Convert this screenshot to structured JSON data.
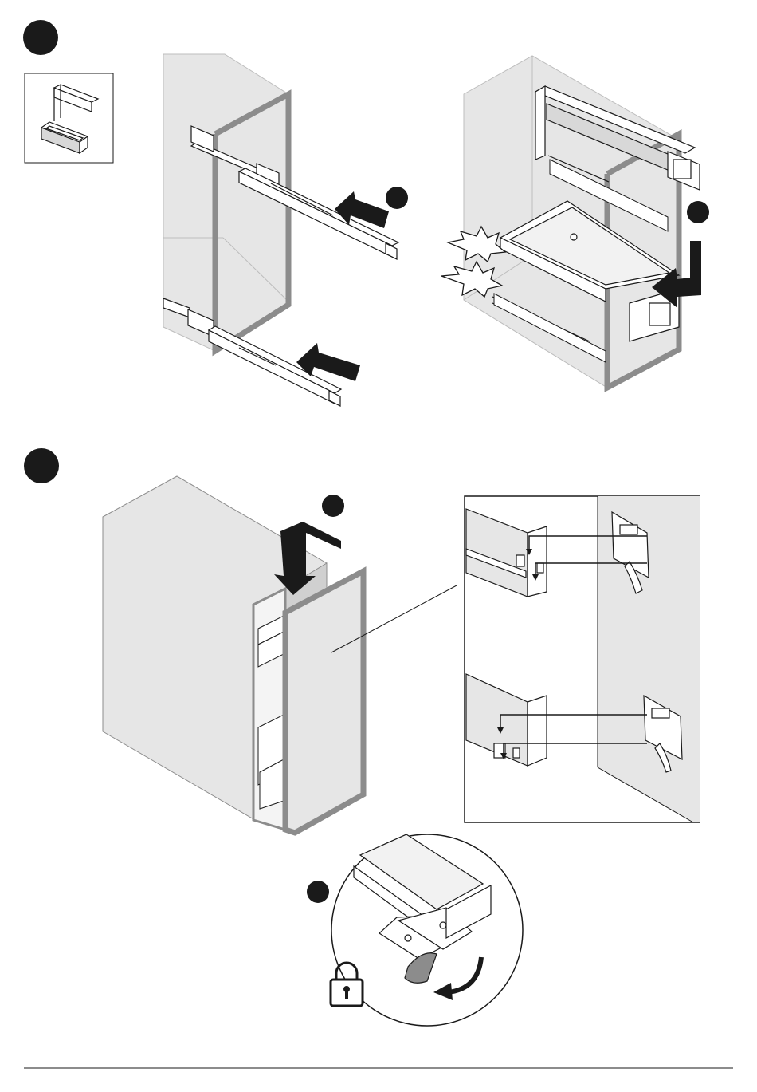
{
  "document": {
    "type": "assembly-instruction-sheet",
    "steps": [
      {
        "id": "step-1",
        "badge_text": "",
        "sub_steps": [
          {
            "badge_text": ""
          },
          {
            "badge_text": ""
          }
        ]
      },
      {
        "id": "step-2",
        "badge_text": "",
        "sub_steps": [
          {
            "badge_text": ""
          },
          {
            "badge_text": ""
          }
        ]
      }
    ],
    "icons": [
      "basket-unit-icon",
      "push-arrow-icon",
      "down-arrow-icon",
      "click-sound-icon",
      "detail-callout-icon",
      "padlock-icon",
      "rotate-arrow-icon"
    ],
    "colors": {
      "ink": "#1a1a1a",
      "panel_fill": "#e6e6e6",
      "panel_edge": "#8c8c8c",
      "background": "#ffffff"
    }
  }
}
